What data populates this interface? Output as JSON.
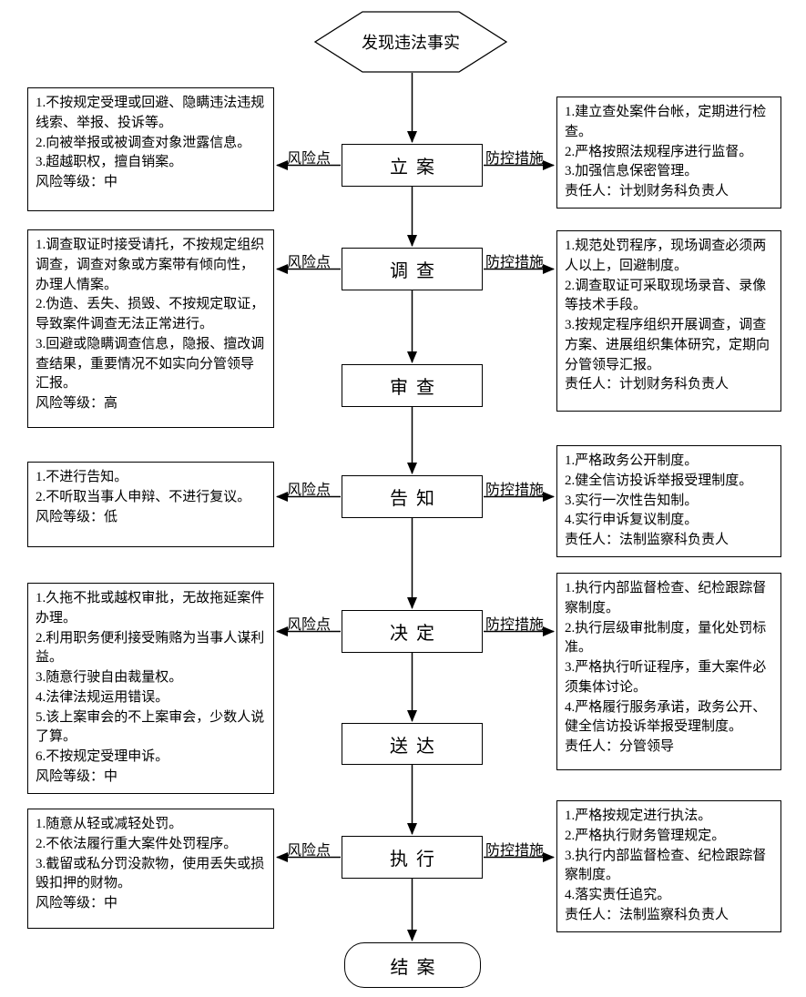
{
  "flow": {
    "start_label": "发现违法事实",
    "end_label": "结案",
    "risk_arrow_label": "风险点",
    "control_arrow_label": "防控措施",
    "steps": [
      "立案",
      "调查",
      "审查",
      "告知",
      "决定",
      "送达",
      "执行"
    ]
  },
  "risk_boxes": [
    {
      "step": "立案",
      "text": "1.不按规定受理或回避、隐瞒违法违规线索、举报、投诉等。\n2.向被举报或被调查对象泄露信息。\n3.超越职权，擅自销案。\n风险等级：中"
    },
    {
      "step": "调查",
      "text": "1.调查取证时接受请托，不按规定组织调查，调查对象或方案带有倾向性，办理人情案。\n2.伪造、丢失、损毁、不按规定取证，导致案件调查无法正常进行。\n3.回避或隐瞒调查信息，隐报、擅改调查结果，重要情况不如实向分管领导汇报。\n风险等级：高"
    },
    {
      "step": "告知",
      "text": "1.不进行告知。\n2.不听取当事人申辩、不进行复议。\n风险等级：低"
    },
    {
      "step": "决定",
      "text": "1.久拖不批或越权审批，无故拖延案件办理。\n2.利用职务便利接受贿赂为当事人谋利益。\n3.随意行驶自由裁量权。\n4.法律法规运用错误。\n5.该上案审会的不上案审会，少数人说了算。\n6.不按规定受理申诉。\n风险等级：中"
    },
    {
      "step": "执行",
      "text": "1.随意从轻或减轻处罚。\n2.不依法履行重大案件处罚程序。\n3.截留或私分罚没款物，使用丢失或损毁扣押的财物。\n风险等级：中"
    }
  ],
  "control_boxes": [
    {
      "step": "立案",
      "text": "1.建立查处案件台帐，定期进行检查。\n2.严格按照法规程序进行监督。\n3.加强信息保密管理。\n责任人：计划财务科负责人"
    },
    {
      "step": "调查",
      "text": "1.规范处罚程序，现场调查必须两人以上，回避制度。\n2.调查取证可采取现场录音、录像等技术手段。\n3.按规定程序组织开展调查，调查方案、进展组织集体研究，定期向分管领导汇报。\n责任人：计划财务科负责人"
    },
    {
      "step": "告知",
      "text": "1.严格政务公开制度。\n2.健全信访投诉举报受理制度。\n3.实行一次性告知制。\n4.实行申诉复议制度。\n责任人：法制监察科负责人"
    },
    {
      "step": "决定",
      "text": "1.执行内部监督检查、纪检跟踪督察制度。\n2.执行层级审批制度，量化处罚标准。\n3.严格执行听证程序，重大案件必须集体讨论。\n4.严格履行服务承诺，政务公开、健全信访投诉举报受理制度。\n责任人：分管领导"
    },
    {
      "step": "执行",
      "text": "1.严格按规定进行执法。\n2.严格执行财务管理规定。\n3.执行内部监督检查、纪检跟踪督察制度。\n4.落实责任追究。\n责任人：法制监察科负责人"
    }
  ]
}
